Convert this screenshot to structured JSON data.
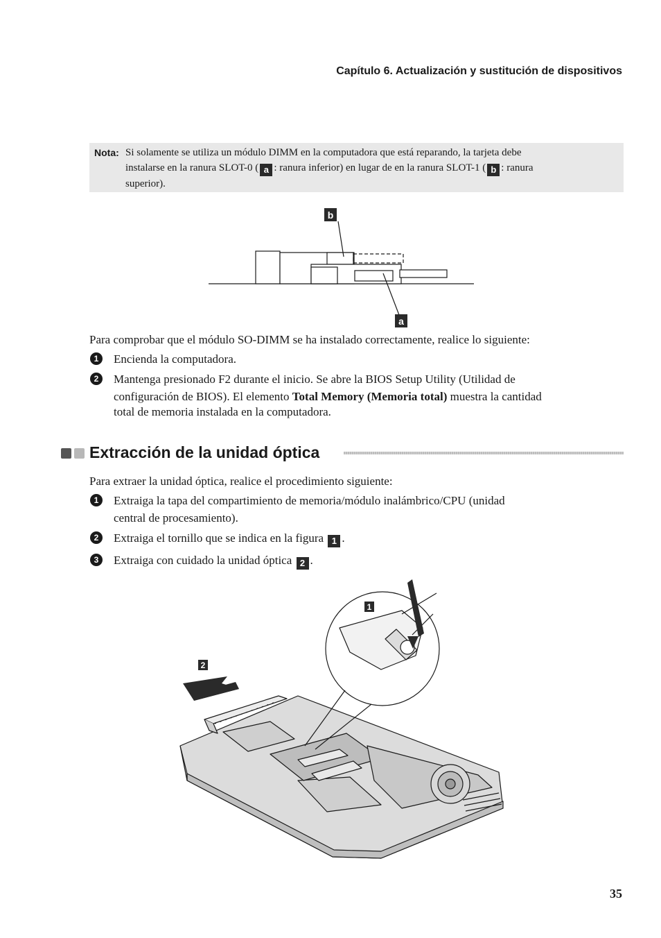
{
  "header": {
    "chapter": "Capítulo 6. Actualización y sustitución de dispositivos"
  },
  "note": {
    "label": "Nota:",
    "line1": "Si solamente se utiliza un módulo DIMM en la computadora que está reparando, la tarjeta debe",
    "line2_a": "instalarse en la ranura SLOT-0 (",
    "badge_a": "a",
    "line2_b": ": ranura inferior) en lugar de en la ranura SLOT-1 (",
    "badge_b": "b",
    "line2_c": ": ranura",
    "line3": "superior)."
  },
  "figure_slots": {
    "label_b": "b",
    "label_a": "a"
  },
  "check": {
    "intro": "Para comprobar que el módulo SO-DIMM se ha instalado correctamente, realice lo siguiente:",
    "steps": [
      {
        "num": "1",
        "text": "Encienda la computadora."
      },
      {
        "num": "2",
        "line1": "Mantenga presionado F2 durante el inicio. Se abre la BIOS Setup Utility (Utilidad de",
        "line2_a": "configuración de BIOS). El elemento ",
        "line2_bold": "Total Memory (Memoria total)",
        "line2_b": " muestra la cantidad",
        "line3": "total de memoria instalada en la computadora."
      }
    ]
  },
  "section": {
    "title": "Extracción de la unidad óptica",
    "intro": "Para extraer la unidad óptica, realice el procedimiento siguiente:",
    "steps": [
      {
        "num": "1",
        "line1": "Extraiga la tapa del compartimiento de memoria/módulo inalámbrico/CPU (unidad",
        "line2": "central de procesamiento)."
      },
      {
        "num": "2",
        "text_a": "Extraiga el tornillo que se indica en la figura ",
        "badge": "1",
        "text_b": "."
      },
      {
        "num": "3",
        "text_a": "Extraiga con cuidado la unidad óptica ",
        "badge": "2",
        "text_b": "."
      }
    ]
  },
  "figure_laptop": {
    "callout_1": "1",
    "callout_2": "2"
  },
  "footer": {
    "page_number": "35"
  }
}
